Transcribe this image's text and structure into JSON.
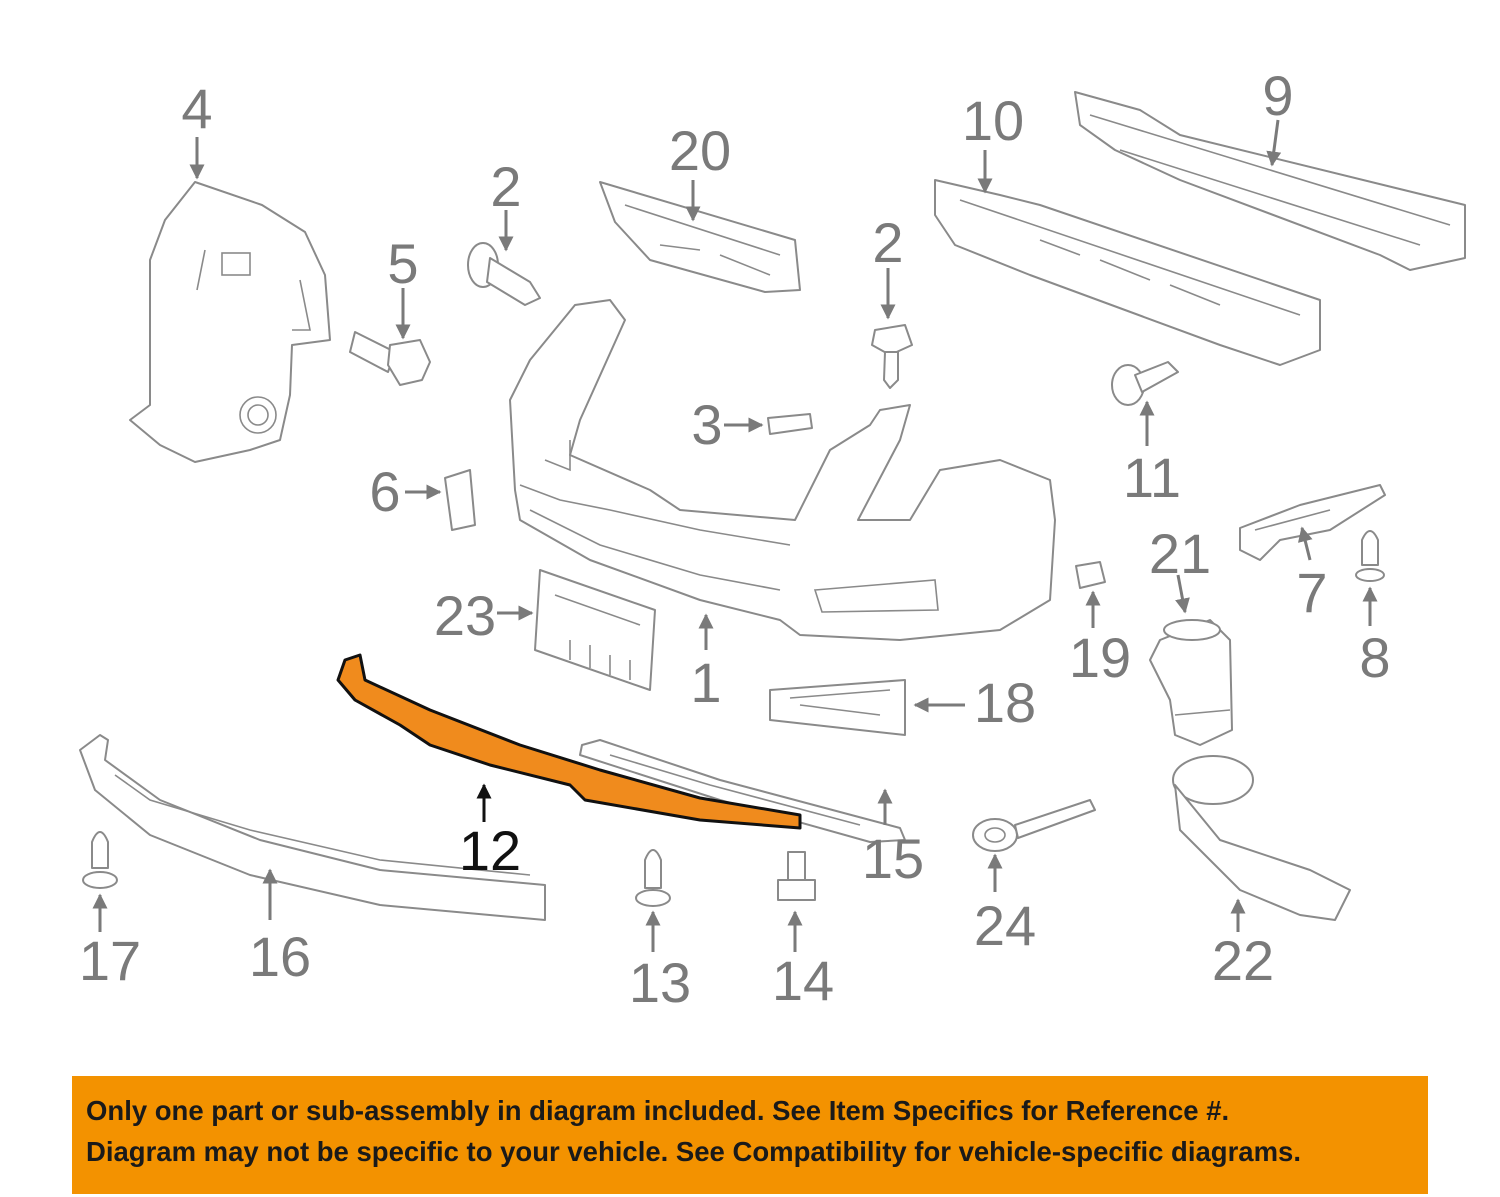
{
  "diagram": {
    "labels": {
      "p1": "1",
      "p2a": "2",
      "p2b": "2",
      "p3": "3",
      "p4": "4",
      "p5": "5",
      "p6": "6",
      "p7": "7",
      "p8": "8",
      "p9": "9",
      "p10": "10",
      "p11": "11",
      "p12": "12",
      "p13": "13",
      "p14": "14",
      "p15": "15",
      "p16": "16",
      "p17": "17",
      "p18": "18",
      "p19": "19",
      "p20": "20",
      "p21": "21",
      "p22": "22",
      "p23": "23",
      "p24": "24"
    },
    "highlighted_part": "12",
    "highlight_color": "#f08b1d"
  },
  "notice": {
    "line1": "Only one part or sub-assembly in diagram included. See Item Specifics for Reference #.",
    "line2": "Diagram may not be specific to your vehicle. See Compatibility for vehicle-specific diagrams.",
    "background_color": "#f39200"
  }
}
